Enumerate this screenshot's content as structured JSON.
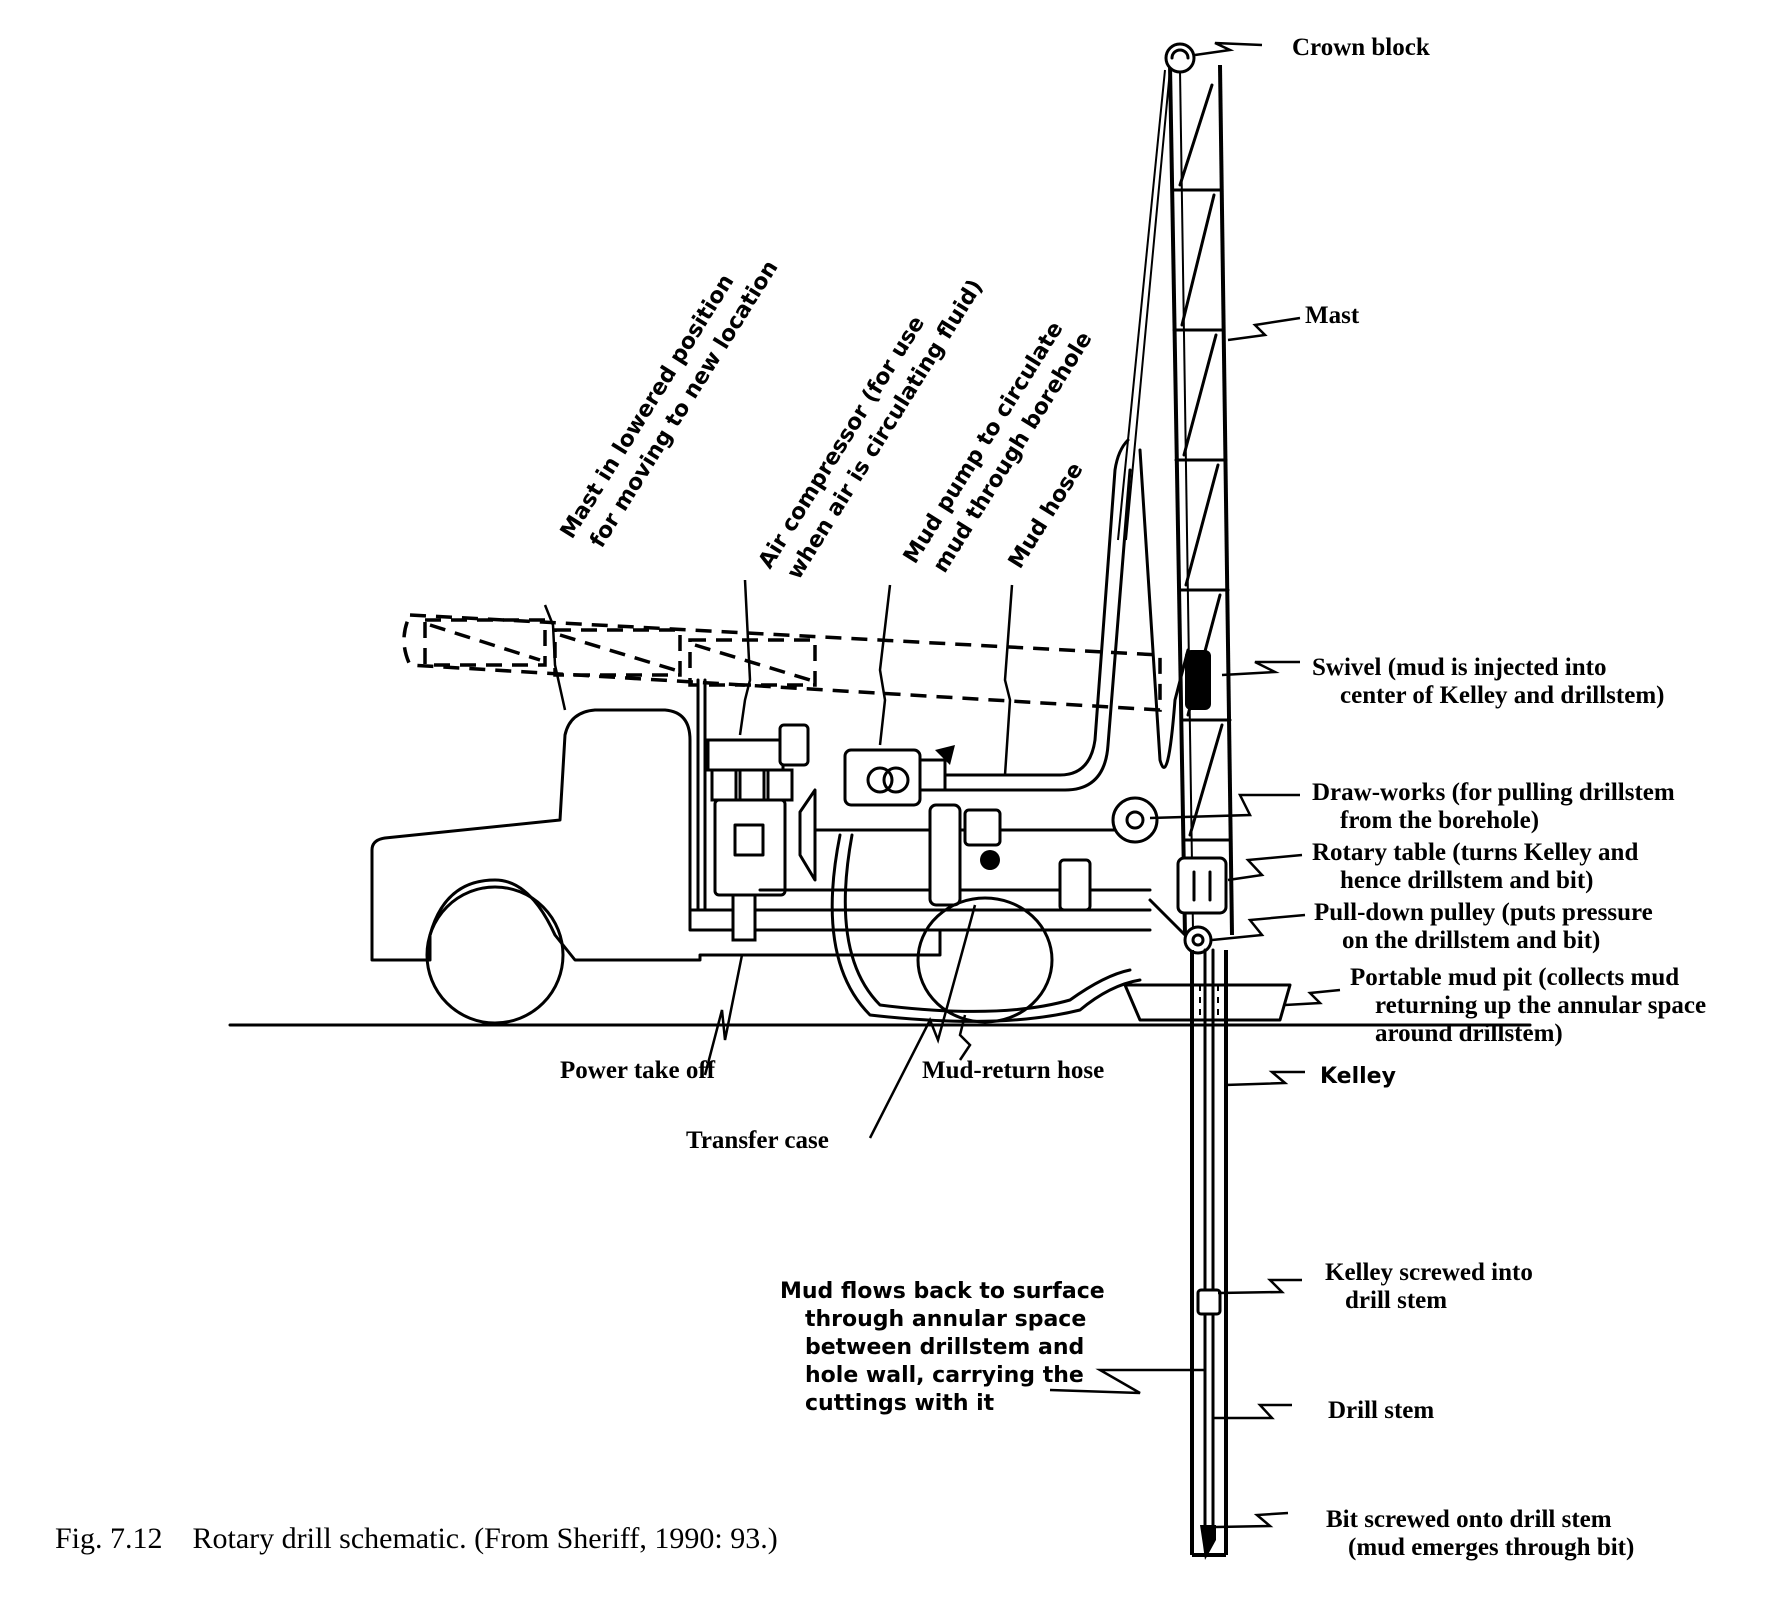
{
  "figure": {
    "caption": "Fig. 7.12    Rotary drill schematic. (From Sheriff, 1990: 93.)"
  },
  "labels": {
    "crown_block": "Crown block",
    "mast": "Mast",
    "swivel": [
      "Swivel (mud is injected into",
      "center of Kelley and drillstem)"
    ],
    "draw_works": [
      "Draw-works (for pulling drillstem",
      "from the borehole)"
    ],
    "rotary_table": [
      "Rotary table (turns Kelley and",
      "hence drillstem and bit)"
    ],
    "pull_down_pulley": [
      "Pull-down pulley (puts pressure",
      "on the drillstem and bit)"
    ],
    "portable_mud_pit": [
      "Portable mud pit (collects mud",
      "returning up the annular space",
      "around drillstem)"
    ],
    "kelley": "Kelley",
    "kelley_screwed": [
      "Kelley screwed into",
      "drill stem"
    ],
    "drill_stem": "Drill stem",
    "bit": [
      "Bit screwed onto drill stem",
      "(mud emerges through bit)"
    ],
    "mud_flows_back": [
      "Mud flows back to surface",
      "through annular space",
      "between drillstem and",
      "hole wall, carrying the",
      "cuttings with it"
    ],
    "power_take_off": "Power take off",
    "transfer_case": "Transfer case",
    "mud_return_hose": "Mud-return hose",
    "mast_lowered": [
      "Mast in lowered position",
      "for moving to new location"
    ],
    "air_compressor": [
      "Air compressor (for use",
      "when air is circulating fluid)"
    ],
    "mud_pump": [
      "Mud pump to circulate",
      "mud through borehole"
    ],
    "mud_hose": "Mud hose"
  }
}
